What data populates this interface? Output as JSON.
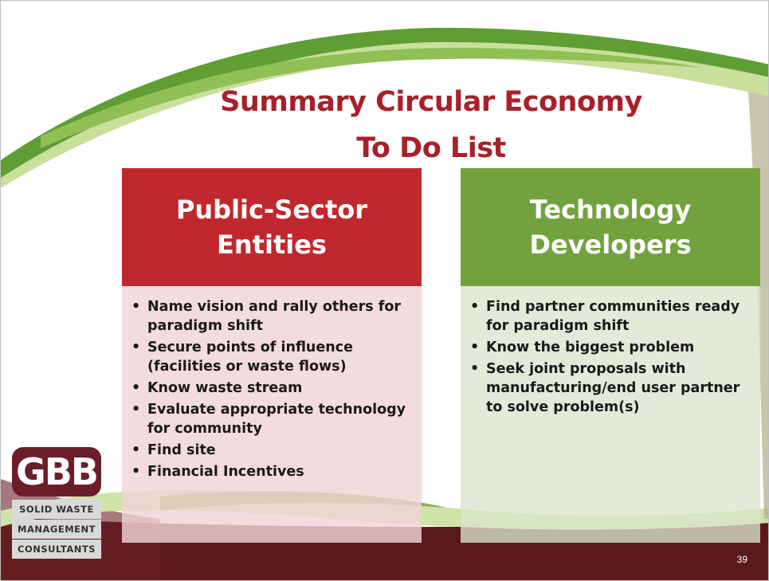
{
  "title": {
    "line1": "Summary Circular Economy",
    "line2": "To Do List"
  },
  "columns": [
    {
      "heading_line1": "Public-Sector",
      "heading_line2": "Entities",
      "items": [
        "Name vision and rally others for paradigm shift",
        "Secure points of influence (facilities or waste flows)",
        "Know waste stream",
        "Evaluate appropriate technology for community",
        "Find site",
        "Financial Incentives"
      ]
    },
    {
      "heading_line1": "Technology",
      "heading_line2": "Developers",
      "items": [
        "Find partner communities ready for paradigm shift",
        "Know the biggest problem",
        "Seek joint proposals with manufacturing/end user partner to solve problem(s)"
      ]
    }
  ],
  "logo": {
    "mark": "GBB",
    "line1": "SOLID WASTE",
    "line2": "MANAGEMENT",
    "line3": "CONSULTANTS"
  },
  "slide_number": "39",
  "colors": {
    "title": "#a8202a",
    "left_header": "#c0282d",
    "right_header": "#72a23d",
    "footer": "#5a1a1c",
    "swoosh": "#6aa33a"
  }
}
